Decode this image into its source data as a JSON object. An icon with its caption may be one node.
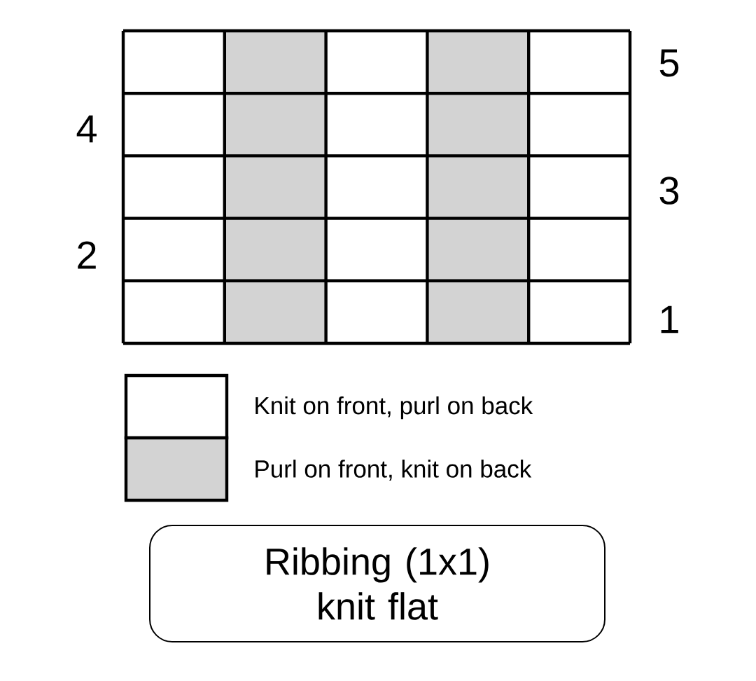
{
  "diagram": {
    "nodes": [
      {
        "text": [
          "Ribbing (1x1) knit flat"
        ]
      }
    ],
    "labels": [
      "5",
      "4",
      "3",
      "2",
      "1"
    ],
    "legend": [
      {
        "text": "Knit on front, purl on back"
      },
      {
        "text": "Purl on front, knit on back",
        "color": "#d3d3d3"
      }
    ]
  }
}
